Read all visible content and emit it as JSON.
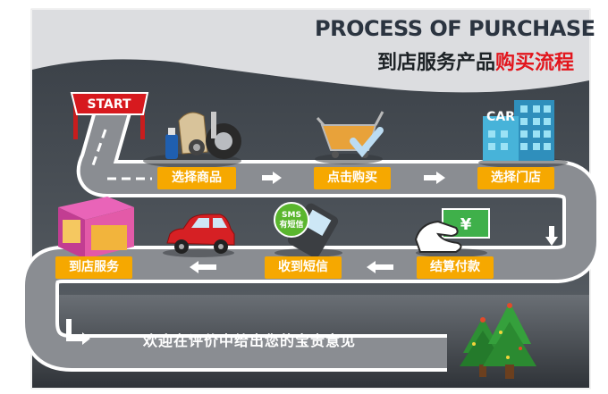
{
  "title": {
    "en": "PROCESS OF PURCHASE",
    "cn_dark": "到店服务产品",
    "cn_red": "购买流程"
  },
  "start_label": "START",
  "store_sign": "CAR",
  "sms_badge": {
    "line1": "SMS",
    "line2": "有短信"
  },
  "payment_symbol": "¥",
  "steps": [
    {
      "label": "选择商品"
    },
    {
      "label": "点击购买"
    },
    {
      "label": "选择门店"
    },
    {
      "label": "结算付款"
    },
    {
      "label": "收到短信"
    },
    {
      "label": "到店服务"
    }
  ],
  "footer": "欢迎在评价中给出您的宝贵意见",
  "colors": {
    "accent": "#f6a800",
    "road": "#8a8d92",
    "panel": "#d9dadc",
    "title_dark": "#2b3440",
    "title_red": "#e2161d"
  }
}
